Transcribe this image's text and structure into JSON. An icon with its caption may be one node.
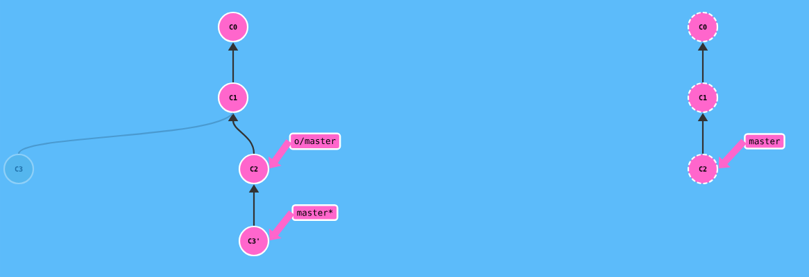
{
  "diagram": {
    "nodes": [
      {
        "text": [
          "C0"
        ]
      },
      {
        "text": [
          "C1"
        ]
      },
      {
        "text": [
          "C3"
        ]
      },
      {
        "text": [
          "C2"
        ]
      },
      {
        "text": [
          "C3'"
        ]
      },
      {
        "text": [
          "o/master"
        ]
      },
      {
        "text": [
          "master*"
        ]
      },
      {
        "text": [
          "C0"
        ]
      },
      {
        "text": [
          "C1"
        ]
      },
      {
        "text": [
          "C2"
        ]
      },
      {
        "text": [
          "master"
        ]
      }
    ],
    "edges": [
      {
        "from": 1,
        "to": 0,
        "arrow": "to"
      },
      {
        "from": 3,
        "to": 1,
        "arrow": "to"
      },
      {
        "from": 2,
        "to": 1,
        "arrow": "none",
        "color": "#4a9ad0"
      },
      {
        "from": 4,
        "to": 3,
        "arrow": "to"
      },
      {
        "from": 5,
        "to": 3,
        "arrow": "to",
        "style": "thick",
        "color": "#ff66cc"
      },
      {
        "from": 6,
        "to": 4,
        "arrow": "to",
        "style": "thick",
        "color": "#ff66cc"
      },
      {
        "from": 8,
        "to": 7,
        "arrow": "to"
      },
      {
        "from": 9,
        "to": 8,
        "arrow": "to"
      },
      {
        "from": 10,
        "to": 9,
        "arrow": "to",
        "style": "thick",
        "color": "#ff66cc"
      }
    ]
  }
}
